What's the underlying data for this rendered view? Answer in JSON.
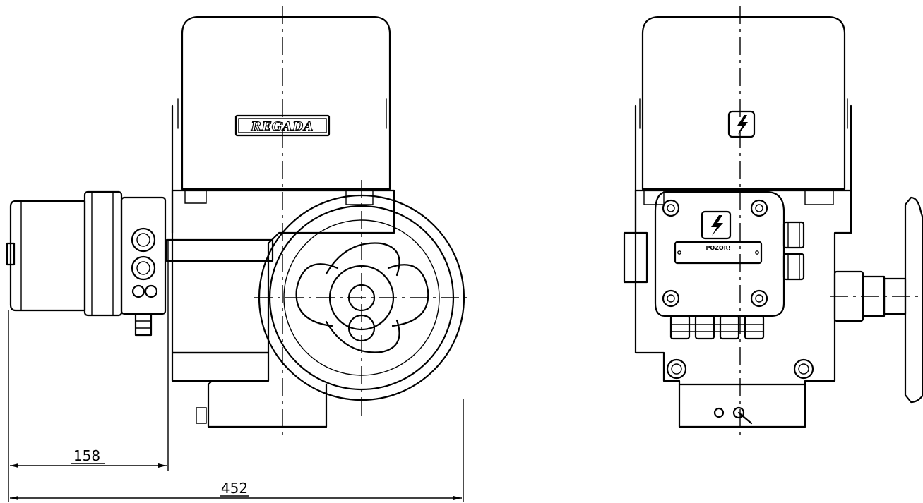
{
  "brand": "REGADA",
  "warning_plate": {
    "title": "POZOR!",
    "line1": "",
    "line2": ""
  },
  "dimensions": {
    "left_offset": "158",
    "overall_width": "452"
  },
  "symbols": {
    "high_voltage": "lightning-bolt-icon"
  }
}
